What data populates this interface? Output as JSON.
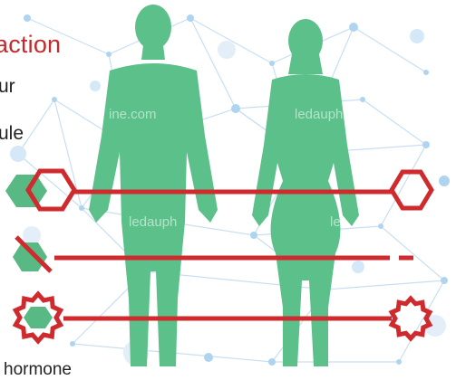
{
  "labels": {
    "heading_fragment": "action",
    "line_fragment_1": "ur",
    "line_fragment_2": "ule",
    "line_fragment_3": "hormone"
  },
  "watermarks": [
    "ine.com",
    "ledauphine.co",
    "ledauph",
    "le"
  ],
  "colors": {
    "heading": "#c42a2d",
    "body_text": "#222222",
    "figures": "#5bc08a",
    "hexagon_fill": "#59b984",
    "signal_lines": "#cf2a2e",
    "network_nodes": "#aed4f0",
    "network_lines": "#c8dff2"
  },
  "symbols": [
    {
      "name": "hexagon-icon",
      "row": 1
    },
    {
      "name": "blocked-hexagon-icon",
      "row": 2
    },
    {
      "name": "spiked-circle-icon",
      "row": 3
    }
  ]
}
